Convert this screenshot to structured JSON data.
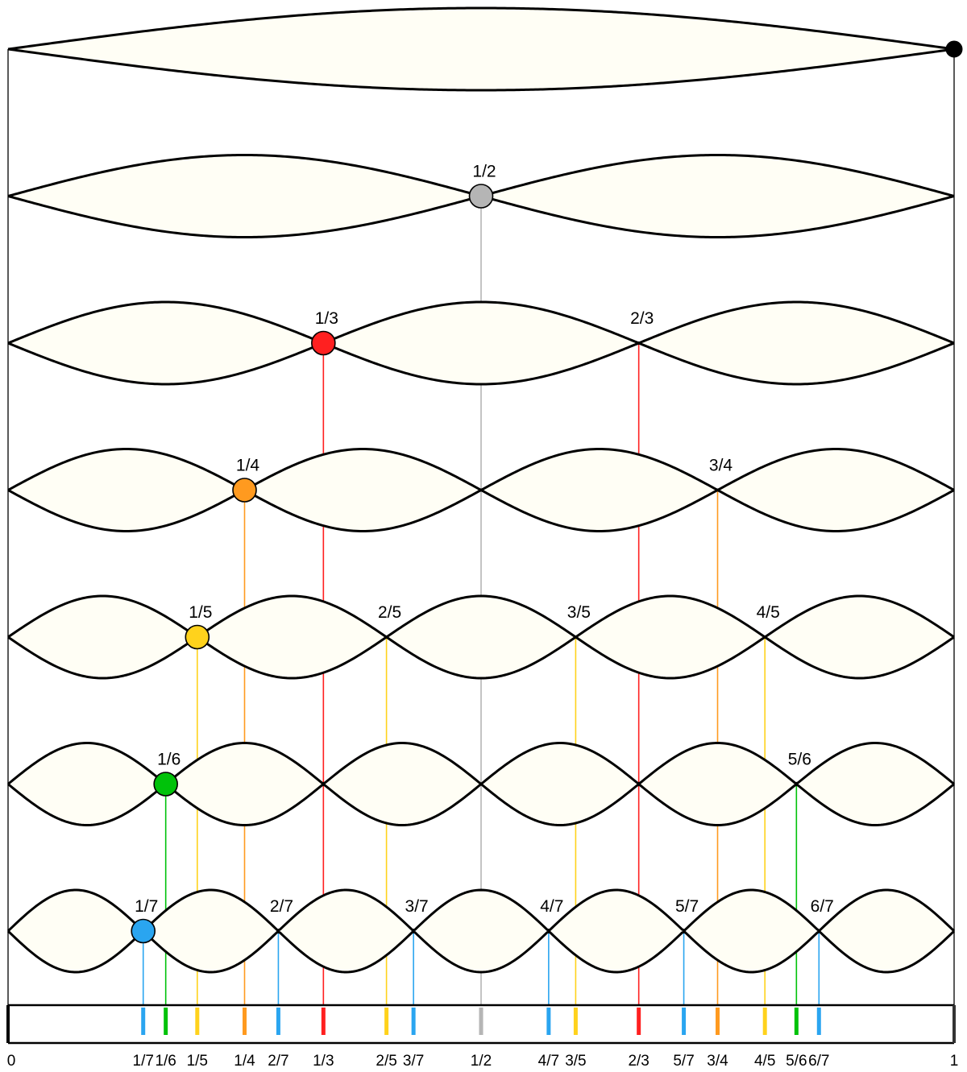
{
  "colors": {
    "fill": "#fffef5",
    "stroke": "#000000",
    "n1": "#000000",
    "n2": "#b5b5b5",
    "n3": "#ff2020",
    "n4": "#ff9a1f",
    "n5": "#ffd21c",
    "n6": "#00c20a",
    "n7": "#2aa5f0"
  },
  "harmonics": [
    {
      "n": 1,
      "labels": []
    },
    {
      "n": 2,
      "labels": [
        "1/2"
      ]
    },
    {
      "n": 3,
      "labels": [
        "1/3",
        "2/3"
      ]
    },
    {
      "n": 4,
      "labels": [
        "1/4",
        "3/4"
      ]
    },
    {
      "n": 5,
      "labels": [
        "1/5",
        "2/5",
        "3/5",
        "4/5"
      ]
    },
    {
      "n": 6,
      "labels": [
        "1/6",
        "5/6"
      ]
    },
    {
      "n": 7,
      "labels": [
        "1/7",
        "2/7",
        "3/7",
        "4/7",
        "5/7",
        "6/7"
      ]
    }
  ],
  "axis": {
    "start_label": "0",
    "end_label": "1",
    "ticks": [
      {
        "p": 1,
        "q": 7,
        "label": "1/7"
      },
      {
        "p": 1,
        "q": 6,
        "label": "1/6"
      },
      {
        "p": 1,
        "q": 5,
        "label": "1/5"
      },
      {
        "p": 1,
        "q": 4,
        "label": "1/4"
      },
      {
        "p": 2,
        "q": 7,
        "label": "2/7"
      },
      {
        "p": 1,
        "q": 3,
        "label": "1/3"
      },
      {
        "p": 2,
        "q": 5,
        "label": "2/5"
      },
      {
        "p": 3,
        "q": 7,
        "label": "3/7"
      },
      {
        "p": 1,
        "q": 2,
        "label": "1/2"
      },
      {
        "p": 4,
        "q": 7,
        "label": "4/7"
      },
      {
        "p": 3,
        "q": 5,
        "label": "3/5"
      },
      {
        "p": 2,
        "q": 3,
        "label": "2/3"
      },
      {
        "p": 5,
        "q": 7,
        "label": "5/7"
      },
      {
        "p": 3,
        "q": 4,
        "label": "3/4"
      },
      {
        "p": 4,
        "q": 5,
        "label": "4/5"
      },
      {
        "p": 5,
        "q": 6,
        "label": "5/6"
      },
      {
        "p": 6,
        "q": 7,
        "label": "6/7"
      }
    ]
  }
}
